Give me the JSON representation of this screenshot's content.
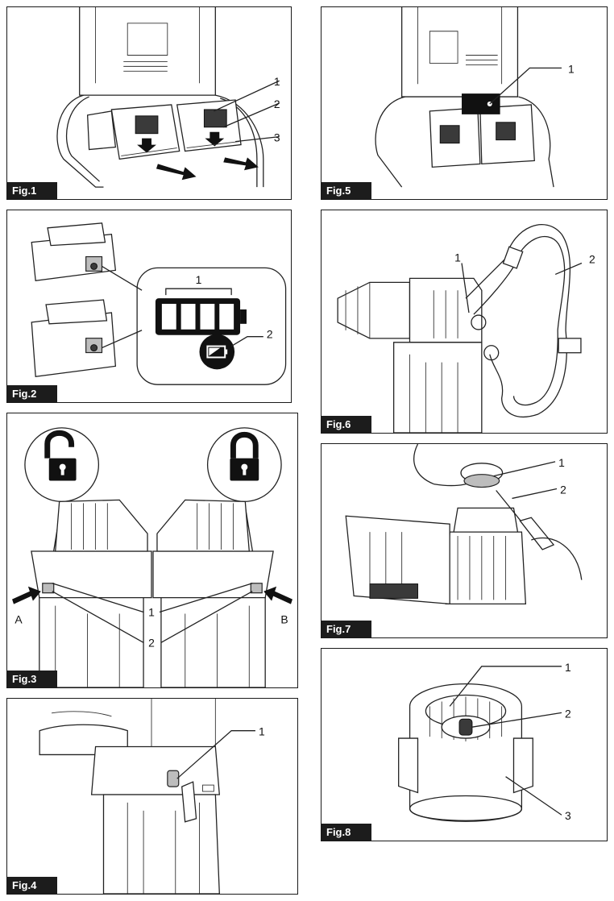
{
  "figures": [
    {
      "id": "fig1",
      "label": "Fig.1",
      "callouts": [
        "1",
        "2",
        "3"
      ]
    },
    {
      "id": "fig2",
      "label": "Fig.2",
      "callouts": [
        "1",
        "2"
      ]
    },
    {
      "id": "fig3",
      "label": "Fig.3",
      "callouts": [
        "A",
        "B",
        "1",
        "2"
      ]
    },
    {
      "id": "fig4",
      "label": "Fig.4",
      "callouts": [
        "1"
      ]
    },
    {
      "id": "fig5",
      "label": "Fig.5",
      "callouts": [
        "1"
      ]
    },
    {
      "id": "fig6",
      "label": "Fig.6",
      "callouts": [
        "1",
        "2"
      ]
    },
    {
      "id": "fig7",
      "label": "Fig.7",
      "callouts": [
        "1",
        "2"
      ]
    },
    {
      "id": "fig8",
      "label": "Fig.8",
      "callouts": [
        "1",
        "2",
        "3"
      ]
    }
  ],
  "icons": {
    "fig2": [
      "battery-level-indicator-icon",
      "low-battery-icon"
    ],
    "fig3": [
      "unlocked-padlock-icon",
      "locked-padlock-icon"
    ]
  },
  "colors": {
    "border": "#1a1a1a",
    "label_bg": "#1c1c1c",
    "label_text": "#ffffff",
    "shade": "#bdbdbd"
  }
}
